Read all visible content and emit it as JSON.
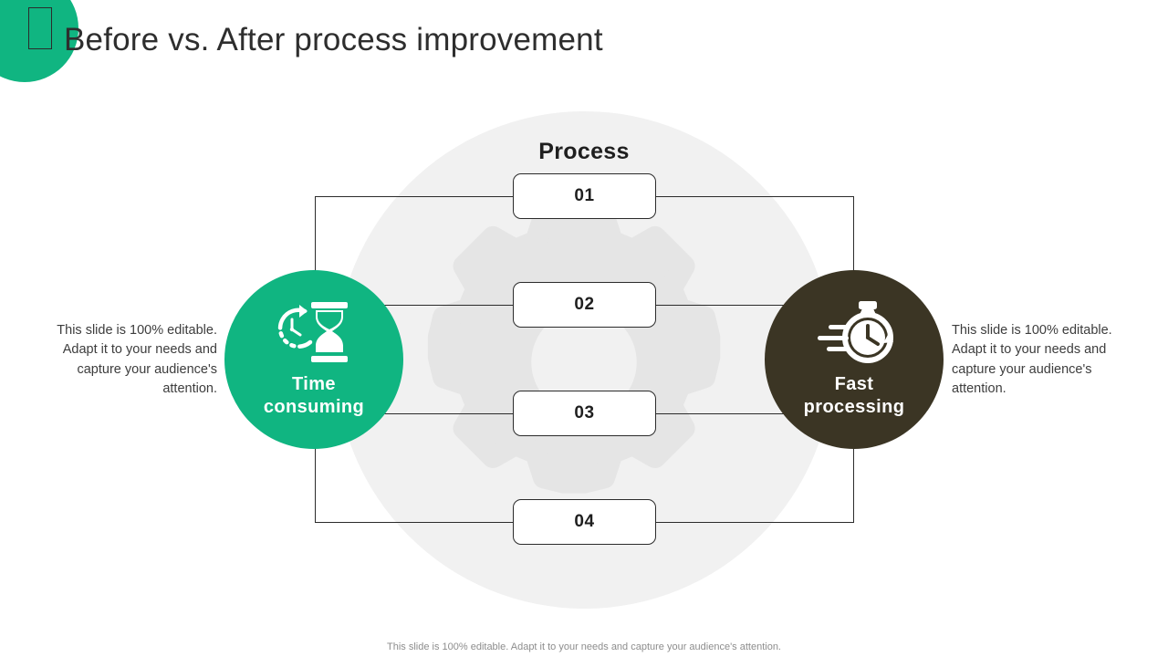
{
  "slide": {
    "title": "Before vs. After process improvement",
    "background_color": "#ffffff"
  },
  "decor": {
    "circle_color": "#10b581",
    "rect_border_color": "#2b2b2b",
    "watermark_circle_color": "#f1f1f1",
    "watermark_gear_color": "#e5e5e5"
  },
  "center": {
    "heading": "Process",
    "steps": [
      {
        "label": "01"
      },
      {
        "label": "02"
      },
      {
        "label": "03"
      },
      {
        "label": "04"
      }
    ]
  },
  "nodes": {
    "left": {
      "label_line1": "Time",
      "label_line2": "consuming",
      "color": "#10b581",
      "icon": "hourglass-clock-icon",
      "description": "This slide is 100% editable. Adapt it to your needs and capture your audience's attention."
    },
    "right": {
      "label_line1": "Fast",
      "label_line2": "processing",
      "color": "#3b3524",
      "icon": "stopwatch-speed-icon",
      "description": "This slide is 100% editable. Adapt it to your needs and capture your audience's attention."
    }
  },
  "footer": {
    "note": "This slide is 100% editable. Adapt it to your needs and capture your audience's attention."
  }
}
